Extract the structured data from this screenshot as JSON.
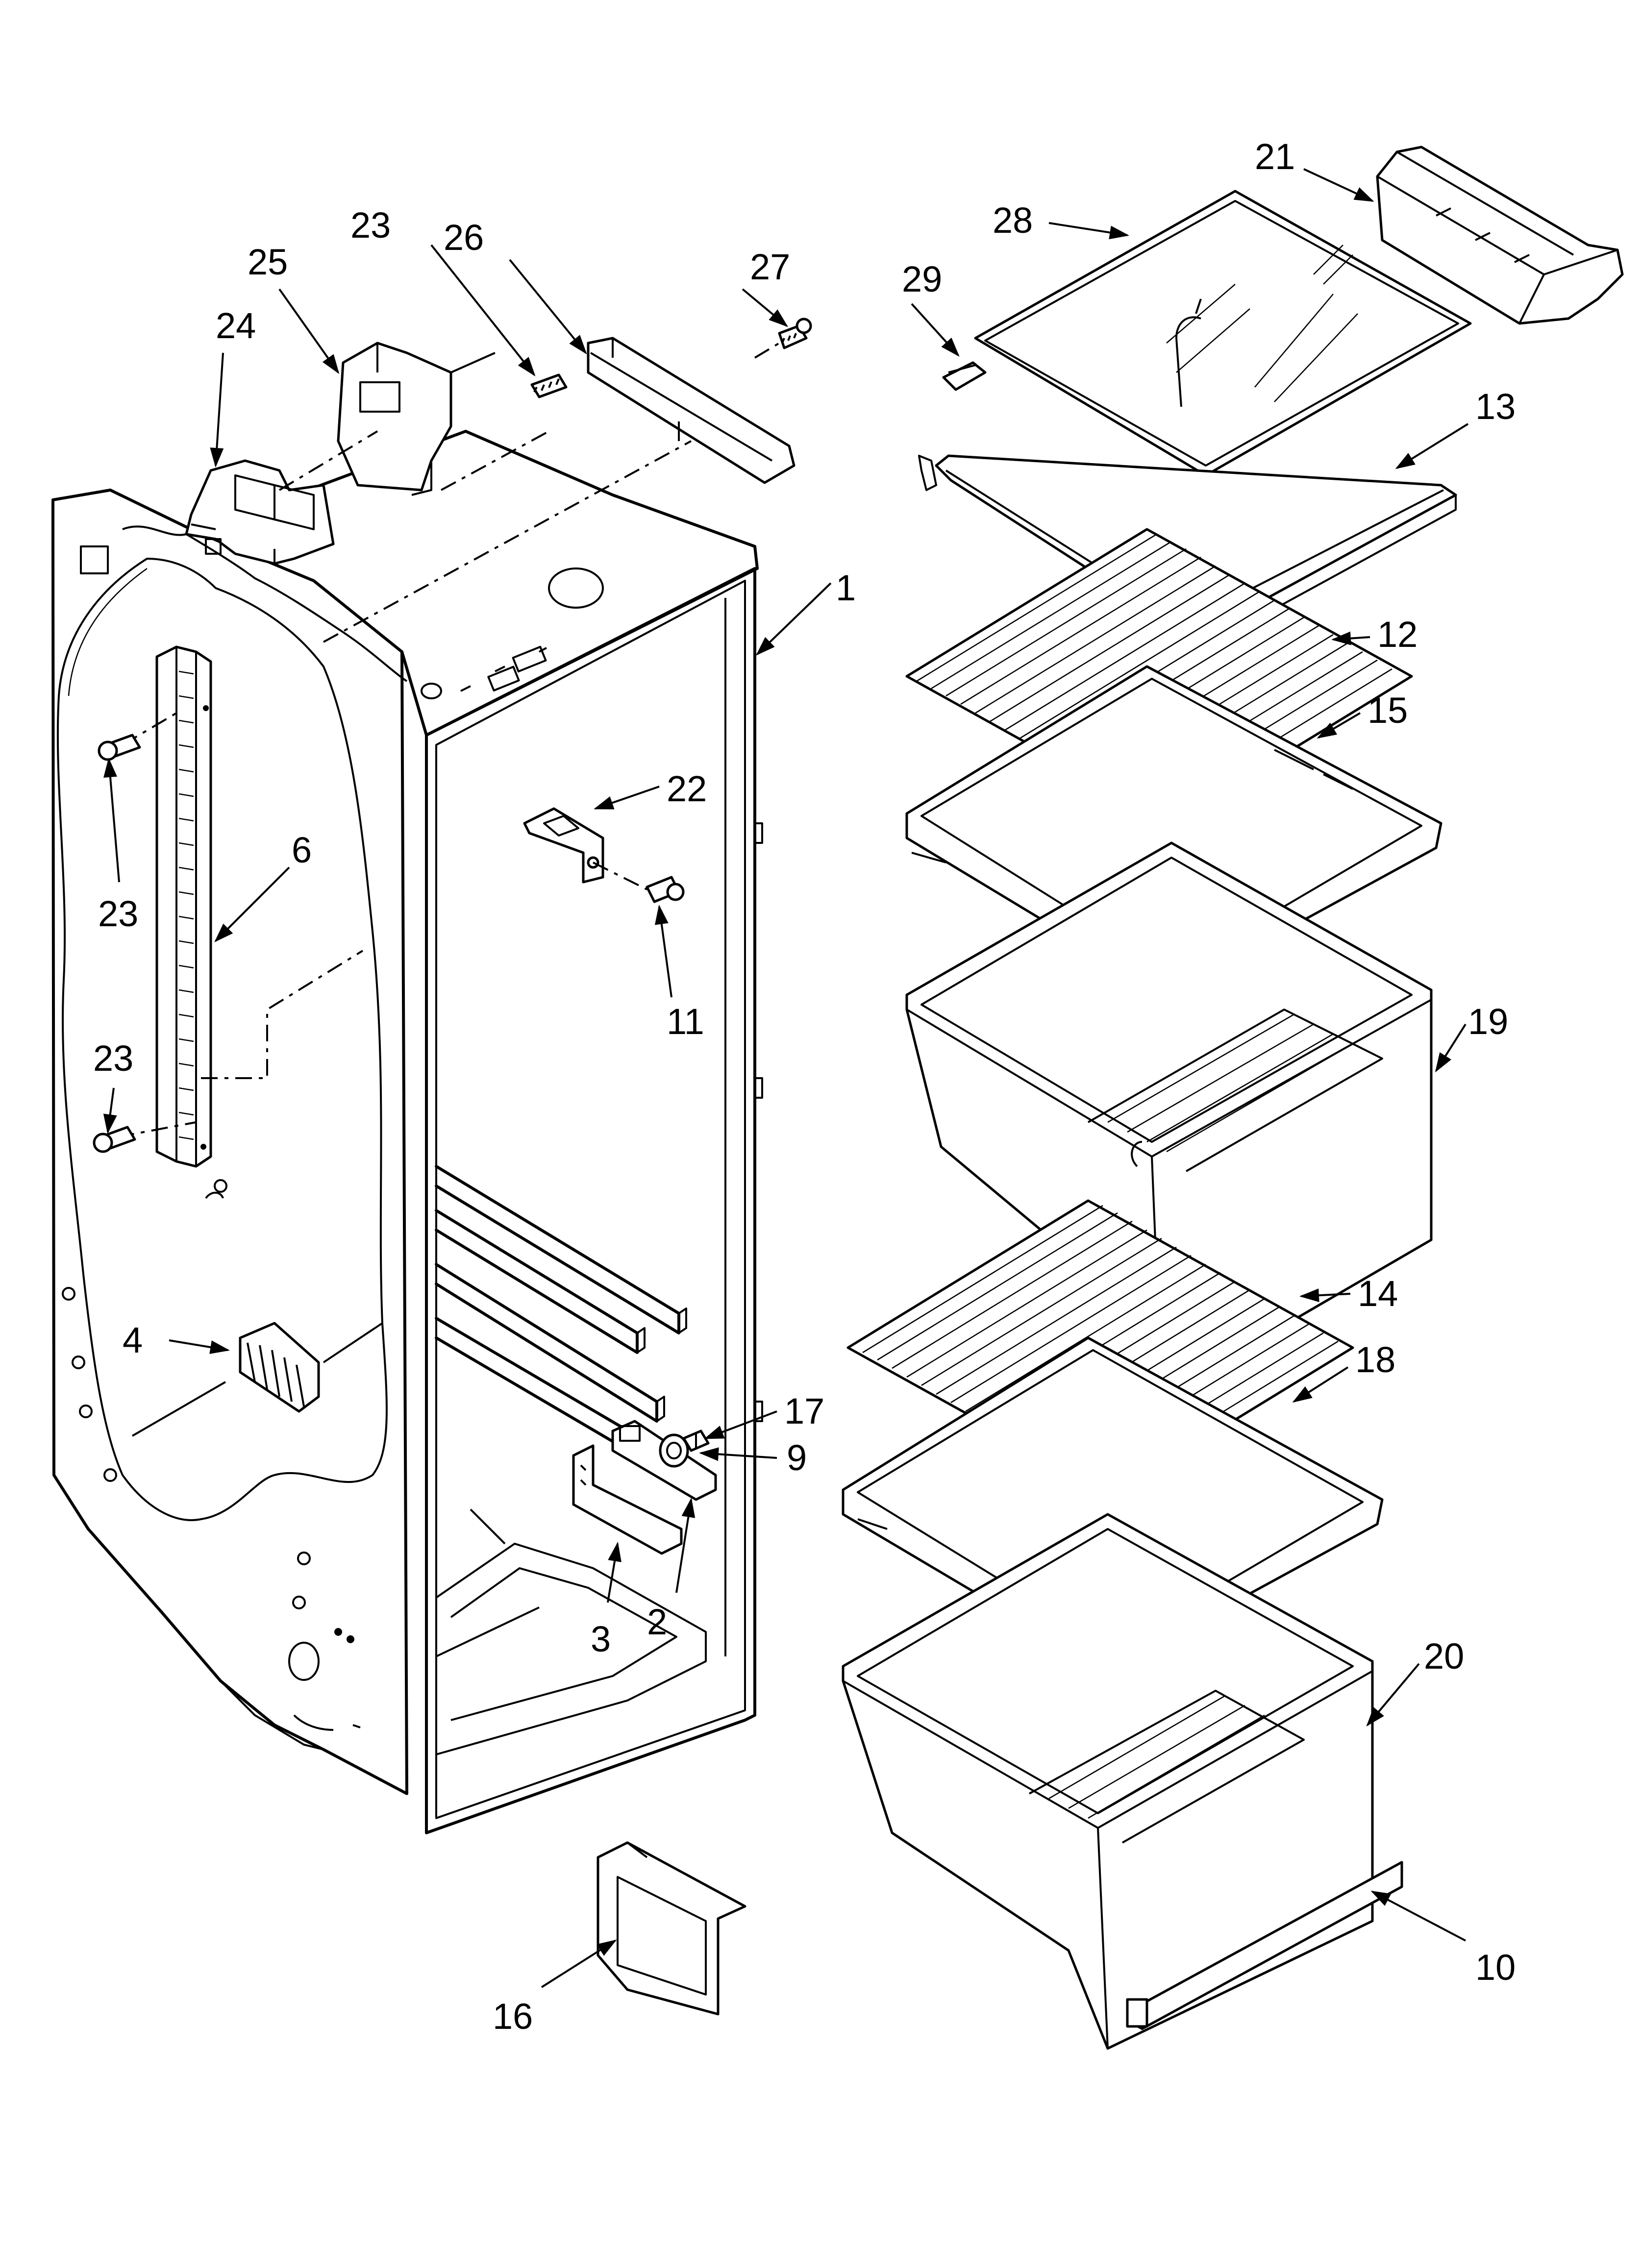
{
  "labels": {
    "p1": "1",
    "p2": "2",
    "p3": "3",
    "p4": "4",
    "p6": "6",
    "p9": "9",
    "p10": "10",
    "p11": "11",
    "p12": "12",
    "p13": "13",
    "p14": "14",
    "p15": "15",
    "p16": "16",
    "p17": "17",
    "p18": "18",
    "p19": "19",
    "p20": "20",
    "p21": "21",
    "p22": "22",
    "p23a": "23",
    "p23b": "23",
    "p23c": "23",
    "p24": "24",
    "p25": "25",
    "p26": "26",
    "p27": "27",
    "p28": "28",
    "p29": "29"
  },
  "colors": {
    "line": "#000000",
    "background": "#ffffff"
  }
}
